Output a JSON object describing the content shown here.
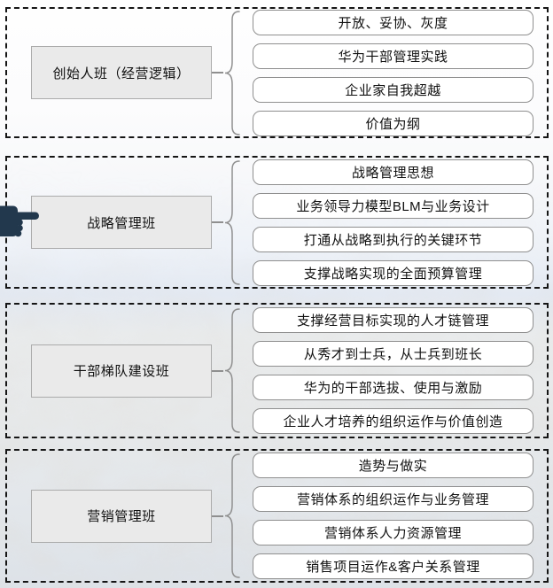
{
  "slide": {
    "colors": {
      "section_border": "#151515",
      "main_box_fill": "#eaeaea",
      "main_box_border": "#ababab",
      "item_fill": "#ffffff",
      "item_border": "#8f8f8f",
      "brace": "#8f8f8f",
      "text": "#111111",
      "pointer_hand": "#22384d"
    },
    "pointer_icon": "pointing-hand"
  },
  "sections": [
    {
      "id": "founder-class",
      "title": "创始人班（经营逻辑）",
      "items": [
        "开放、妥协、灰度",
        "华为干部管理实践",
        "企业家自我超越",
        "价值为纲"
      ]
    },
    {
      "id": "strategy-class",
      "title": "战略管理班",
      "items": [
        "战略管理思想",
        "业务领导力模型BLM与业务设计",
        "打通从战略到执行的关键环节",
        "支撑战略实现的全面预算管理"
      ]
    },
    {
      "id": "cadre-pipeline-class",
      "title": "干部梯队建设班",
      "items": [
        "支撑经营目标实现的人才链管理",
        "从秀才到士兵，从士兵到班长",
        "华为的干部选拔、使用与激励",
        "企业人才培养的组织运作与价值创造"
      ]
    },
    {
      "id": "marketing-class",
      "title": "营销管理班",
      "items": [
        "造势与做实",
        "营销体系的组织运作与业务管理",
        "营销体系人力资源管理",
        "销售项目运作&客户关系管理"
      ]
    }
  ]
}
